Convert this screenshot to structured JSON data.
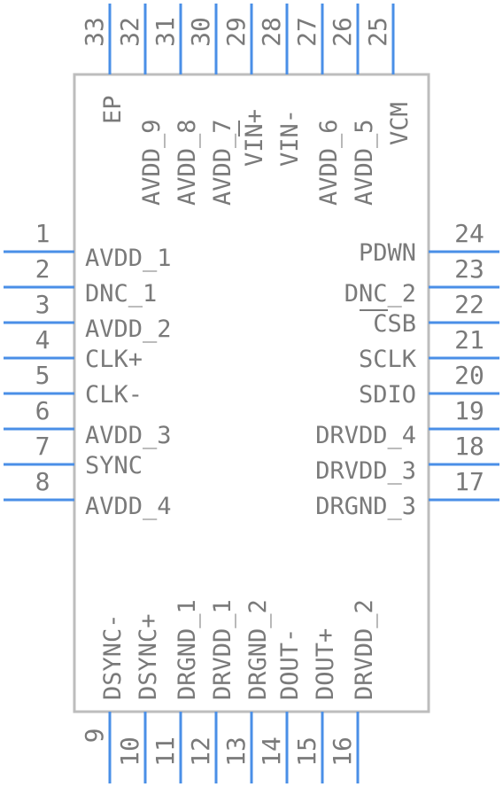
{
  "left_pins": [
    {
      "num": "1",
      "label": "AVDD_1"
    },
    {
      "num": "2",
      "label": "DNC_1"
    },
    {
      "num": "3",
      "label": "AVDD_2"
    },
    {
      "num": "4",
      "label": "CLK+"
    },
    {
      "num": "5",
      "label": "CLK-"
    },
    {
      "num": "6",
      "label": "AVDD_3"
    },
    {
      "num": "7",
      "label": "SYNC"
    },
    {
      "num": "8",
      "label": "AVDD_4"
    }
  ],
  "right_pins": [
    {
      "num": "24",
      "label": "PDWN"
    },
    {
      "num": "23",
      "label": "DNC_2"
    },
    {
      "num": "22",
      "label": "CSB"
    },
    {
      "num": "21",
      "label": "SCLK"
    },
    {
      "num": "20",
      "label": "SDIO"
    },
    {
      "num": "19",
      "label": "DRVDD_4"
    },
    {
      "num": "18",
      "label": "DRVDD_3"
    },
    {
      "num": "17",
      "label": "DRGND_3"
    }
  ],
  "bottom_pins": [
    {
      "num": "9",
      "label": "DSYNC-"
    },
    {
      "num": "10",
      "label": "DSYNC+"
    },
    {
      "num": "11",
      "label": "DRGND_1"
    },
    {
      "num": "12",
      "label": "DRVDD_1"
    },
    {
      "num": "13",
      "label": "DRGND_2"
    },
    {
      "num": "14",
      "label": "DOUT-"
    },
    {
      "num": "15",
      "label": "DOUT+"
    },
    {
      "num": "16",
      "label": "DRVDD_2"
    }
  ],
  "top_pins": [
    {
      "num": "33",
      "label": "EP"
    },
    {
      "num": "32",
      "label": "AVDD_9"
    },
    {
      "num": "31",
      "label": "AVDD_8"
    },
    {
      "num": "30",
      "label": "AVDD_7"
    },
    {
      "num": "29",
      "label": "VIN+"
    },
    {
      "num": "28",
      "label": "VIN-"
    },
    {
      "num": "27",
      "label": "AVDD_6"
    },
    {
      "num": "26",
      "label": "AVDD_5"
    },
    {
      "num": "25",
      "label": "VCM"
    }
  ],
  "colors": {
    "body_outline": "#bdbdbd",
    "pin": "#4a8fe7",
    "text": "#7a7a7a"
  }
}
